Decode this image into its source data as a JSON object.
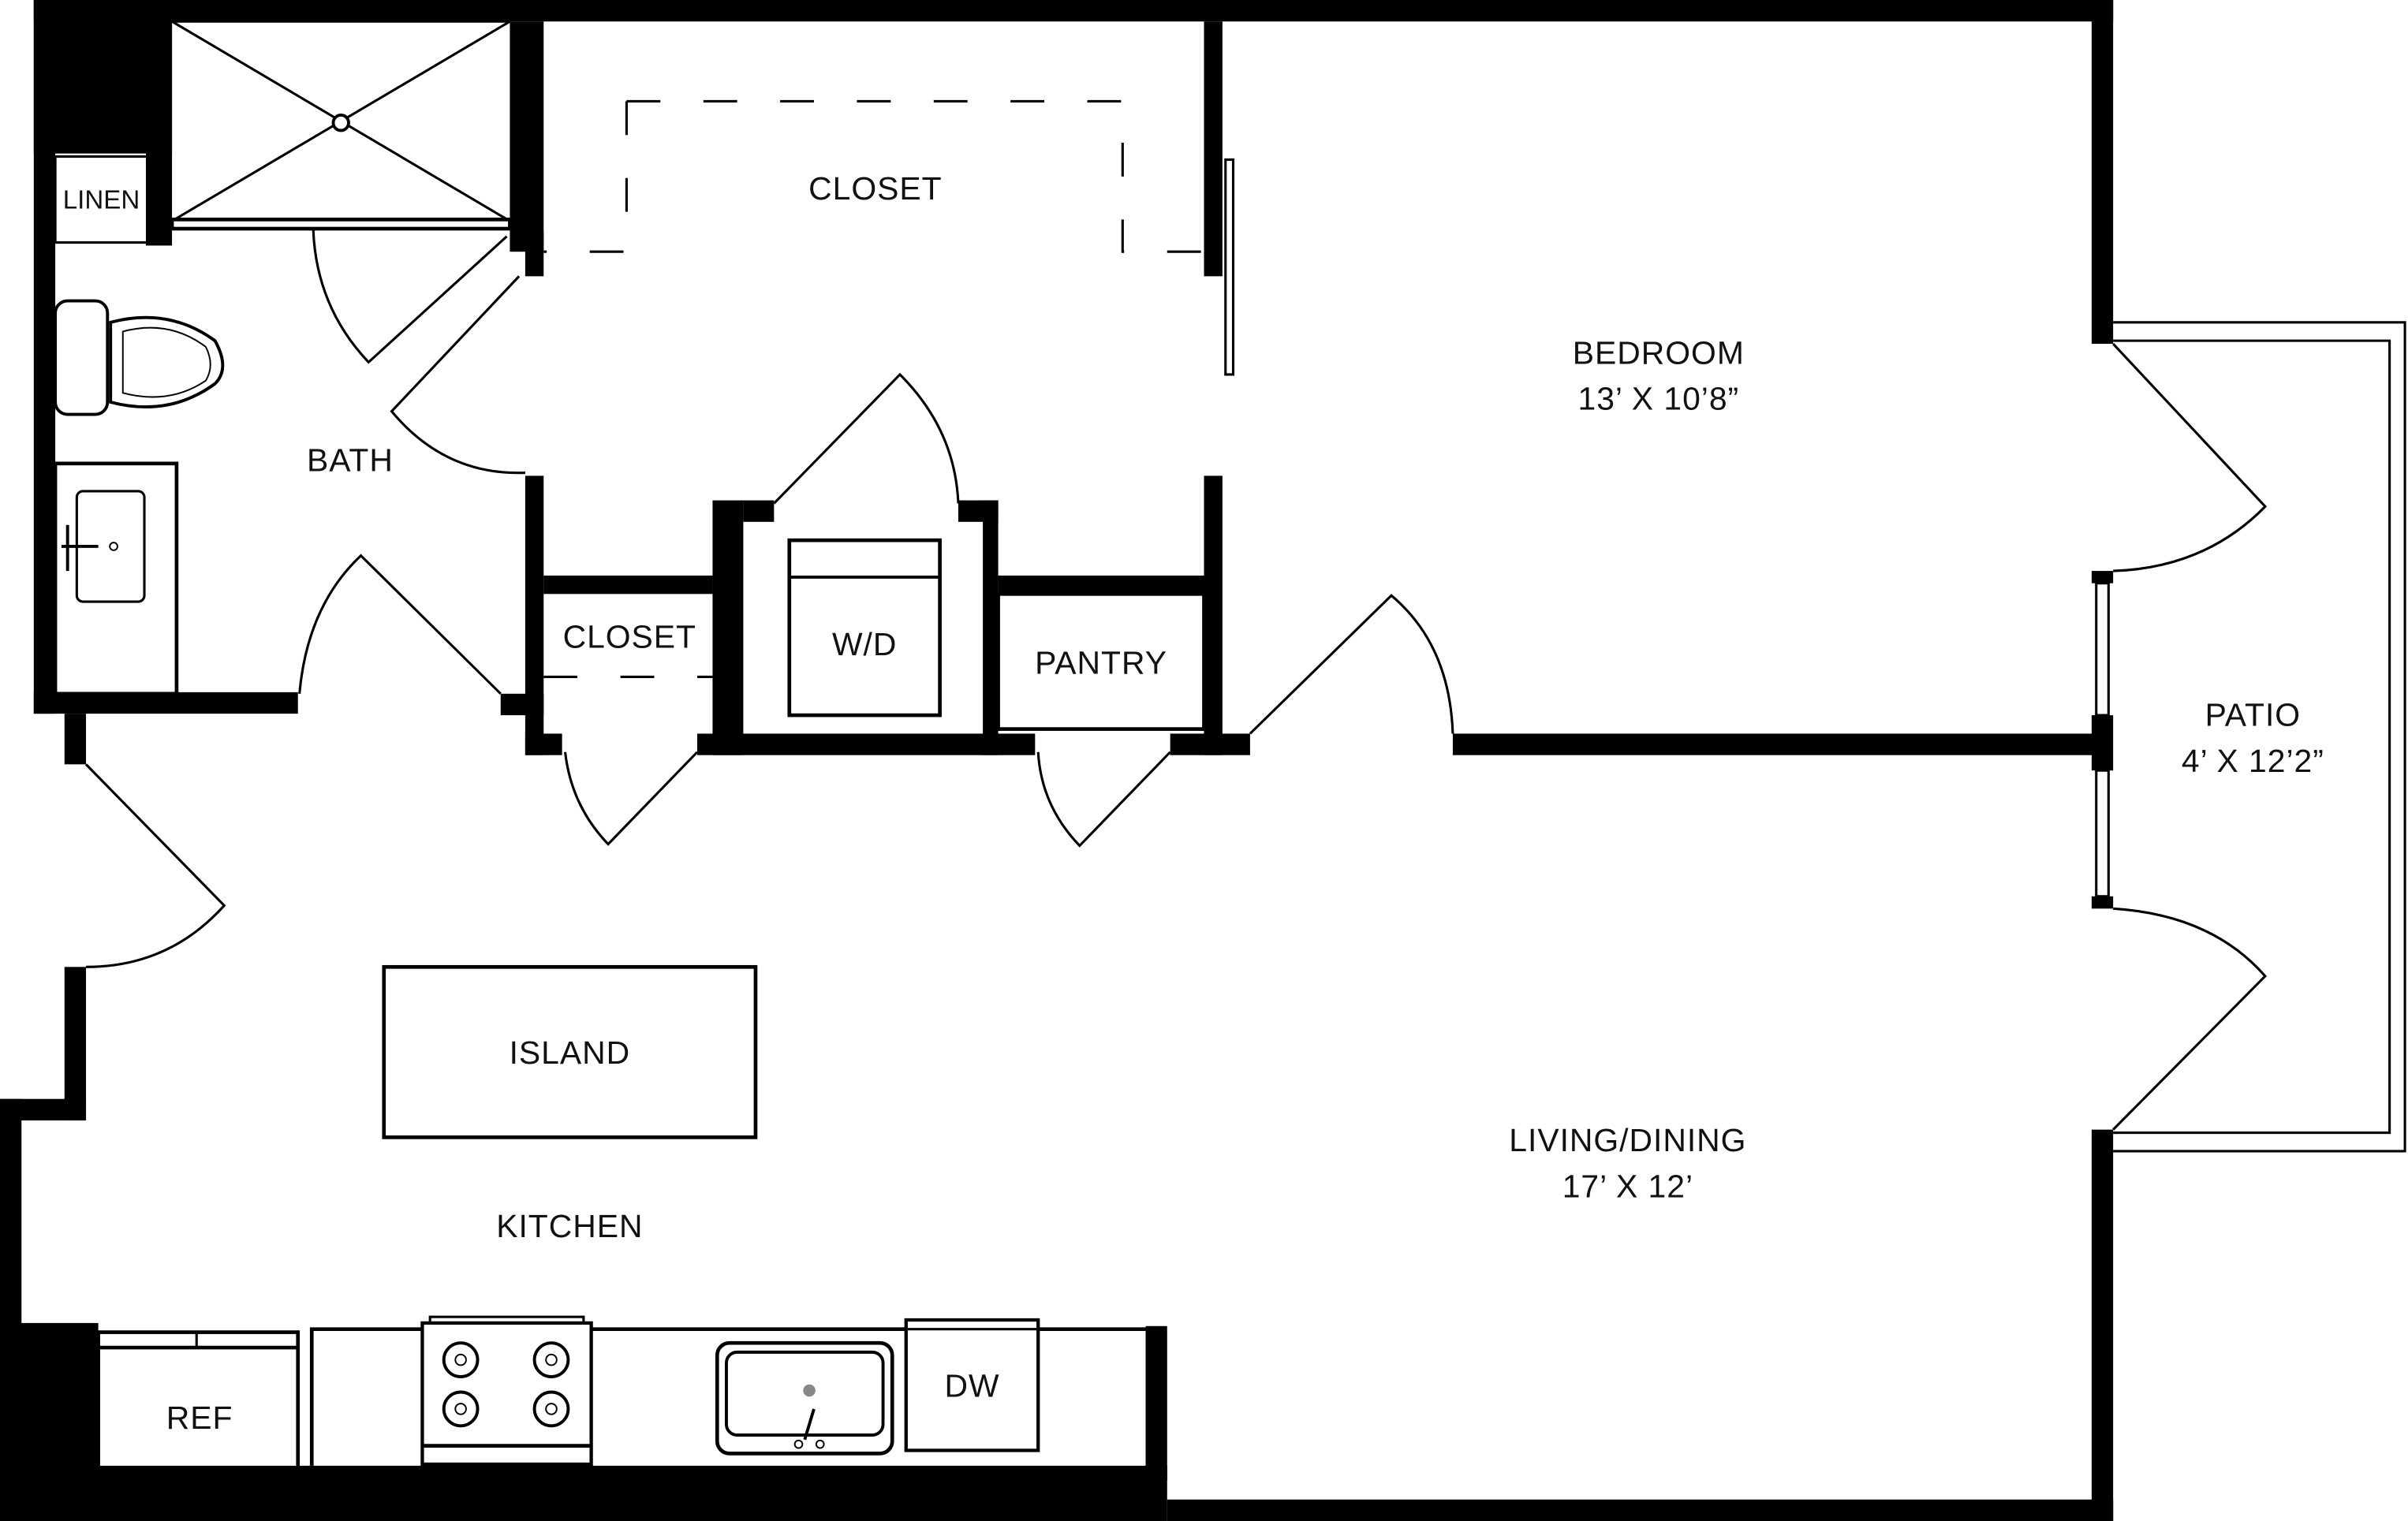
{
  "plan": {
    "type": "apartment floor plan",
    "rooms": {
      "bath": {
        "label": "BATH"
      },
      "linen": {
        "label": "LINEN"
      },
      "closet_main": {
        "label": "CLOSET"
      },
      "closet_hall": {
        "label": "CLOSET"
      },
      "washer_dryer": {
        "label": "W/D"
      },
      "pantry": {
        "label": "PANTRY"
      },
      "bedroom": {
        "label": "BEDROOM",
        "dims": "13’ X 10’8”"
      },
      "patio": {
        "label": "PATIO",
        "dims": "4’ X 12’2”"
      },
      "living_dining": {
        "label": "LIVING/DINING",
        "dims": "17’ X 12’"
      },
      "kitchen": {
        "label": "KITCHEN"
      },
      "island": {
        "label": "ISLAND"
      }
    },
    "appliances": {
      "refrigerator": {
        "label": "REF"
      },
      "dishwasher": {
        "label": "DW"
      },
      "range": {
        "label": "",
        "burners": 4
      },
      "sink": {
        "label": ""
      }
    },
    "colors": {
      "wall": "#000000",
      "background": "#ffffff",
      "drain": "#888888"
    }
  }
}
